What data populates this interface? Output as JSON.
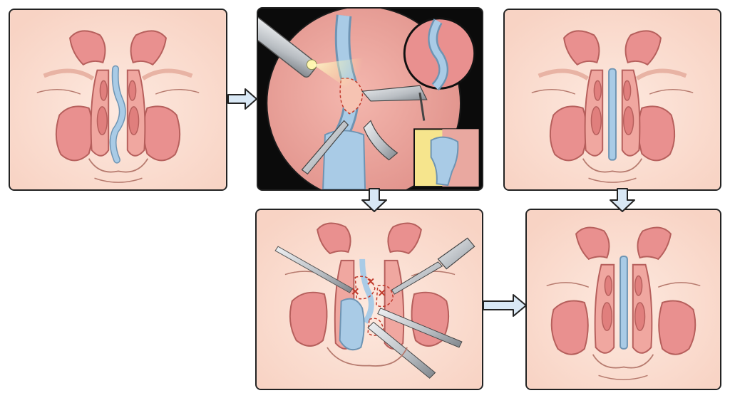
{
  "figure": {
    "panels": [
      {
        "id": "preoperative-deviated-septum",
        "septum": "deviated"
      },
      {
        "id": "endoscopic-view",
        "septum": "deviated"
      },
      {
        "id": "postoperative-straight-septum",
        "septum": "straight"
      },
      {
        "id": "surgical-resection",
        "septum": "deviated"
      },
      {
        "id": "final-result-straight-septum",
        "septum": "straight"
      }
    ],
    "flow": [
      [
        "preoperative-deviated-septum",
        "endoscopic-view"
      ],
      [
        "endoscopic-view",
        "surgical-resection"
      ],
      [
        "postoperative-straight-septum",
        "final-result-straight-septum"
      ],
      [
        "surgical-resection",
        "final-result-straight-septum"
      ]
    ],
    "colors": {
      "background": "#fbe3d8",
      "tissue": "#e9908f",
      "tissue_outline": "#b65f5c",
      "septum_cartilage": "#a9cbe6",
      "instrument": "#c9cdd1",
      "endoscope_light": "#fff3a3",
      "arrow_fill": "#d9e8f5",
      "frame": "#222222",
      "incision_mark": "#c0392b"
    }
  }
}
